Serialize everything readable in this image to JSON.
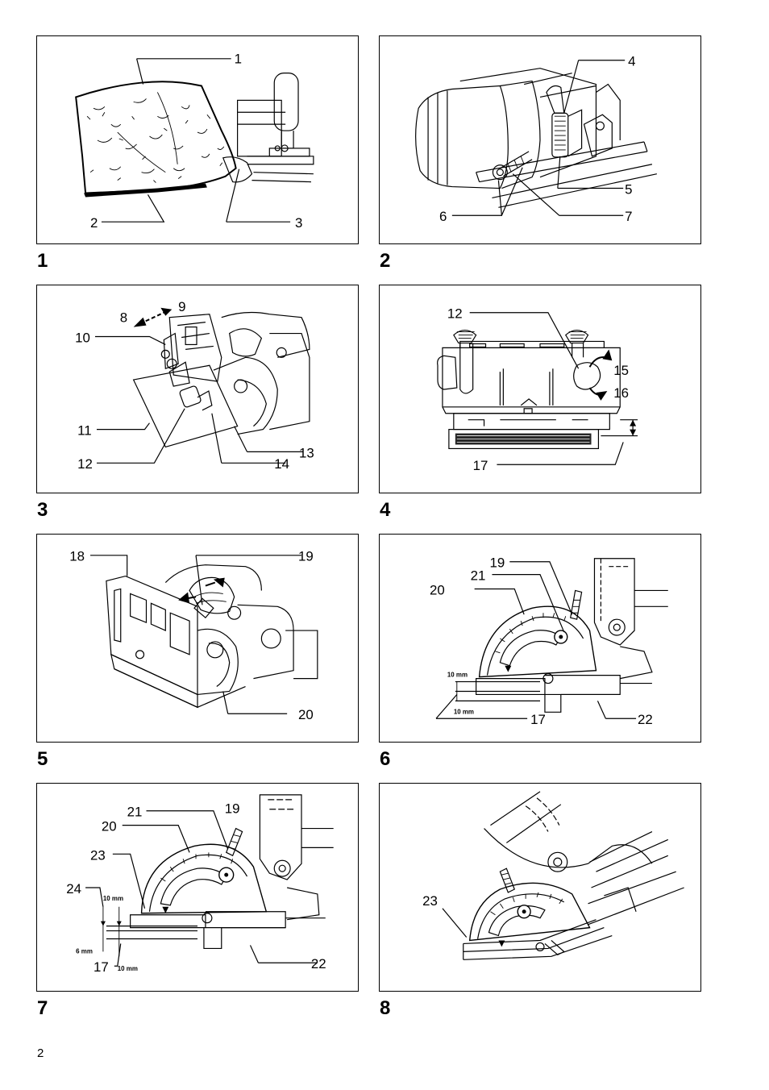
{
  "page": {
    "number": "2"
  },
  "figures": [
    {
      "number": "1",
      "callouts": [
        "1",
        "2",
        "3"
      ]
    },
    {
      "number": "2",
      "callouts": [
        "4",
        "5",
        "6",
        "7"
      ]
    },
    {
      "number": "3",
      "callouts": [
        "8",
        "9",
        "10",
        "11",
        "12",
        "13",
        "14"
      ]
    },
    {
      "number": "4",
      "callouts": [
        "12",
        "15",
        "16",
        "17"
      ]
    },
    {
      "number": "5",
      "callouts": [
        "18",
        "19",
        "20"
      ]
    },
    {
      "number": "6",
      "callouts": [
        "19",
        "21",
        "20",
        "17",
        "22"
      ],
      "dims": [
        "10 mm",
        "10 mm"
      ]
    },
    {
      "number": "7",
      "callouts": [
        "21",
        "19",
        "20",
        "23",
        "24",
        "17",
        "22"
      ],
      "dims": [
        "10 mm",
        "6 mm",
        "10 mm"
      ]
    },
    {
      "number": "8",
      "callouts": [
        "23"
      ]
    }
  ]
}
